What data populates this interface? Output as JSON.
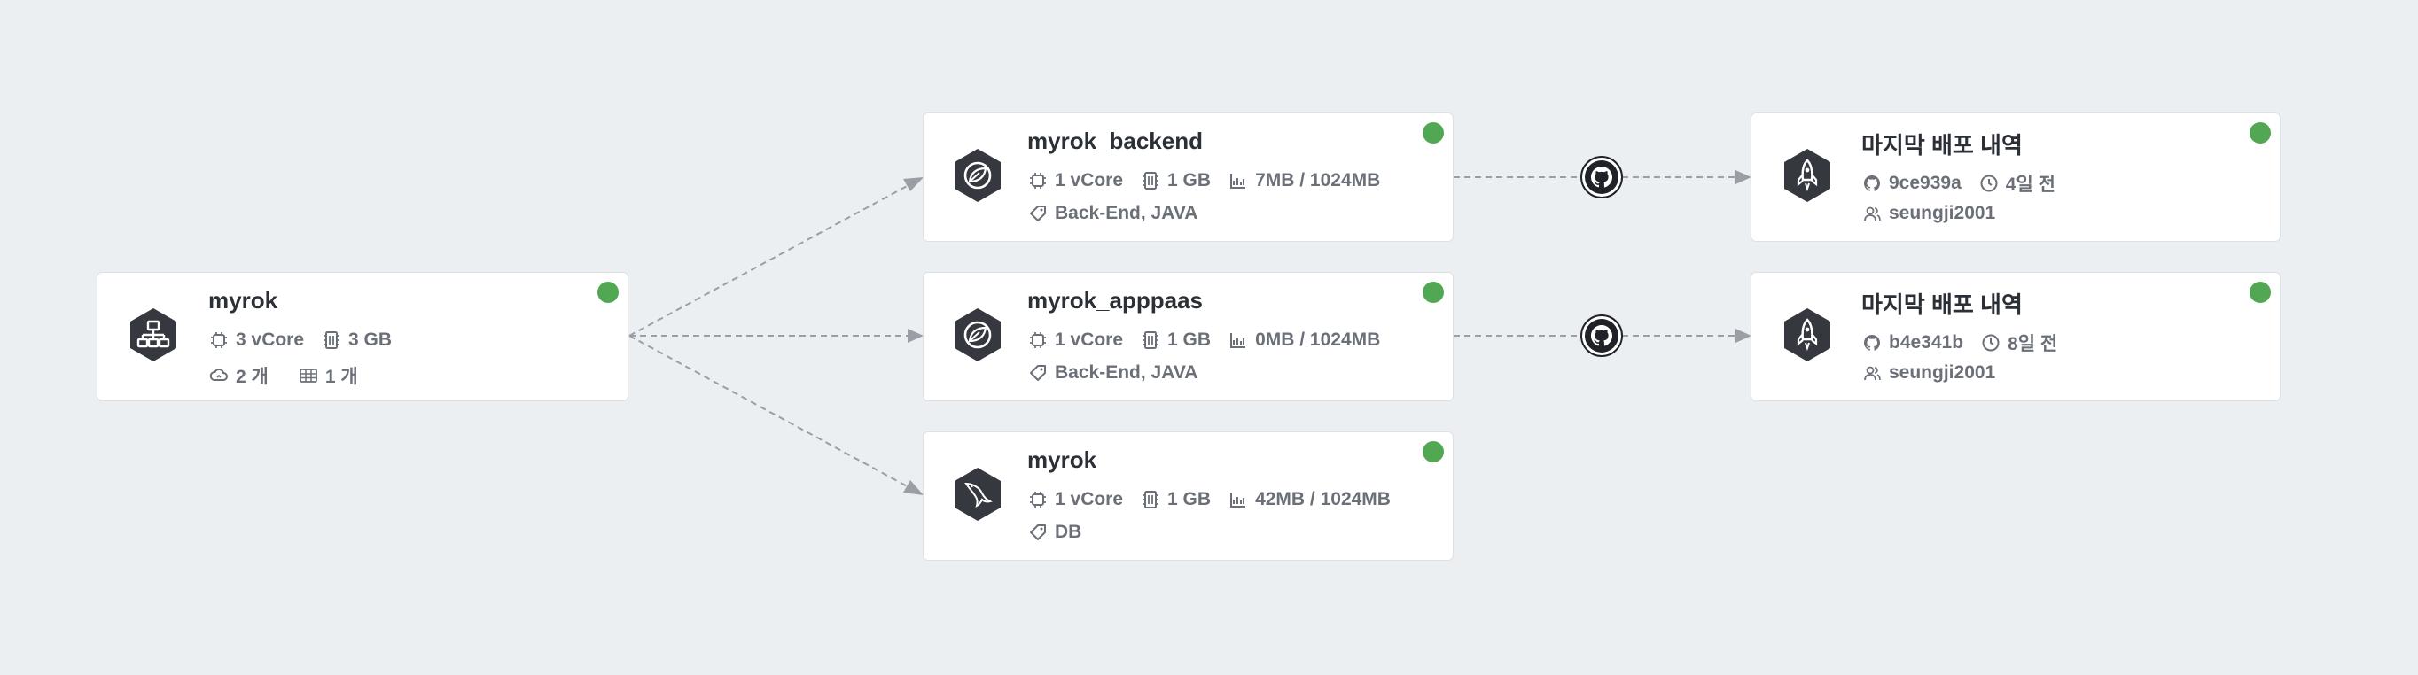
{
  "project": {
    "name": "myrok",
    "vcore": "3 vCore",
    "memory": "3 GB",
    "services_count": "2 개",
    "db_count": "1 개",
    "icon": "sitemap-icon",
    "status_color": "#52a852"
  },
  "services": [
    {
      "name": "myrok_backend",
      "vcore": "1 vCore",
      "memory": "1 GB",
      "storage": "7MB / 1024MB",
      "tags": "Back-End, JAVA",
      "icon": "spring-leaf-icon",
      "status_color": "#52a852"
    },
    {
      "name": "myrok_apppaas",
      "vcore": "1 vCore",
      "memory": "1 GB",
      "storage": "0MB / 1024MB",
      "tags": "Back-End, JAVA",
      "icon": "spring-leaf-icon",
      "status_color": "#52a852"
    },
    {
      "name": "myrok",
      "vcore": "1 vCore",
      "memory": "1 GB",
      "storage": "42MB / 1024MB",
      "tags": "DB",
      "icon": "mysql-dolphin-icon",
      "status_color": "#52a852"
    }
  ],
  "deployments": [
    {
      "title": "마지막 배포 내역",
      "commit": "9ce939a",
      "time_ago": "4일 전",
      "author": "seungji2001",
      "icon": "rocket-icon",
      "status_color": "#52a852"
    },
    {
      "title": "마지막 배포 내역",
      "commit": "b4e341b",
      "time_ago": "8일 전",
      "author": "seungji2001",
      "icon": "rocket-icon",
      "status_color": "#52a852"
    }
  ],
  "colors": {
    "background": "#eceff2",
    "card": "#ffffff",
    "icon_dark": "#35383e",
    "status_green": "#52a852",
    "edge": "#9a9ea5"
  }
}
